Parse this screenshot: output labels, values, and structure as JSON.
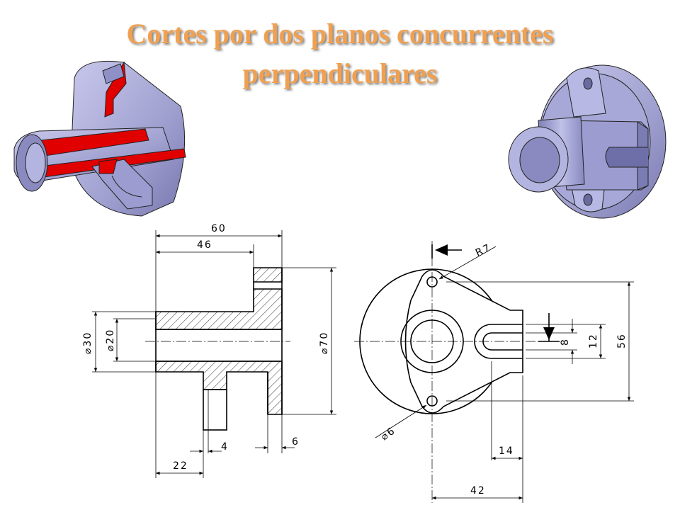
{
  "title": {
    "line1": "Cortes por dos planos concurrentes",
    "line2": "perpendiculares"
  },
  "colors": {
    "title": "#f0a050",
    "part_body": "#a8a8d8",
    "section_cut": "#e00000"
  },
  "section_view": {
    "dims": {
      "overall_length": "60",
      "flange_position": "46",
      "outer_diameter": "⌀30",
      "bore_diameter": "⌀20",
      "flange_diameter": "⌀70",
      "rib_thickness": "4",
      "flange_thickness": "6",
      "rib_offset": "22"
    }
  },
  "front_view": {
    "dims": {
      "lug_radius": "R7",
      "hole_diameter": "⌀6",
      "slot_width": "8",
      "arm_width": "12",
      "hole_spacing": "56",
      "slot_depth": "14",
      "arm_length": "42"
    }
  }
}
